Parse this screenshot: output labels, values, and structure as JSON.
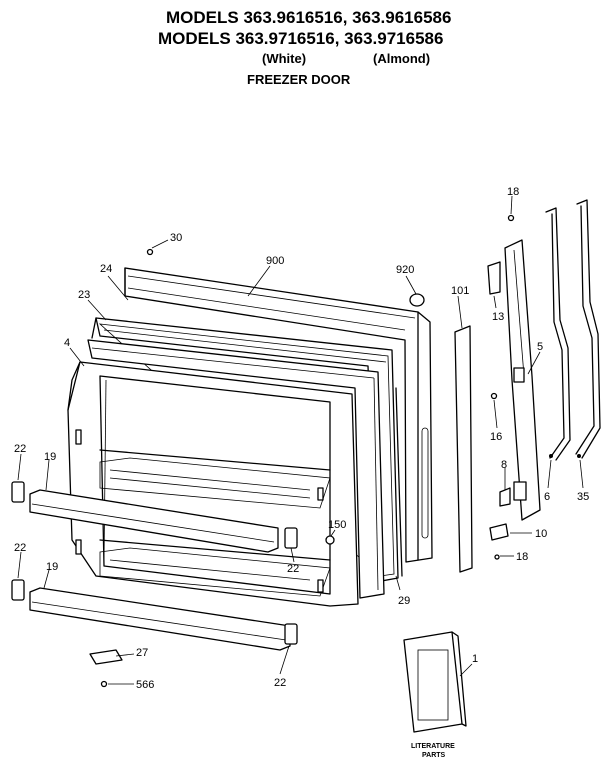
{
  "header": {
    "models_line_1": "MODELS 363.9616516, 363.9616586",
    "models_line_2": "MODELS 363.9716516, 363.9716586",
    "color_white": "(White)",
    "color_almond": "(Almond)",
    "section_title": "FREEZER DOOR"
  },
  "callouts": {
    "p30": "30",
    "p900": "900",
    "p24": "24",
    "p23": "23",
    "p4": "4",
    "p920": "920",
    "p101": "101",
    "p13": "13",
    "p18_top": "18",
    "p5": "5",
    "p16": "16",
    "p8": "8",
    "p6": "6",
    "p35": "35",
    "p10": "10",
    "p18_bottom": "18",
    "p22_upper_left": "22",
    "p19_upper": "19",
    "p22_lower_left": "22",
    "p19_lower": "19",
    "p150": "150",
    "p22_upper_right": "22",
    "p29": "29",
    "p27": "27",
    "p566": "566",
    "p22_lower_right": "22",
    "p1": "1"
  },
  "literature": {
    "label_line_1": "LITERATURE",
    "label_line_2": "PARTS"
  }
}
